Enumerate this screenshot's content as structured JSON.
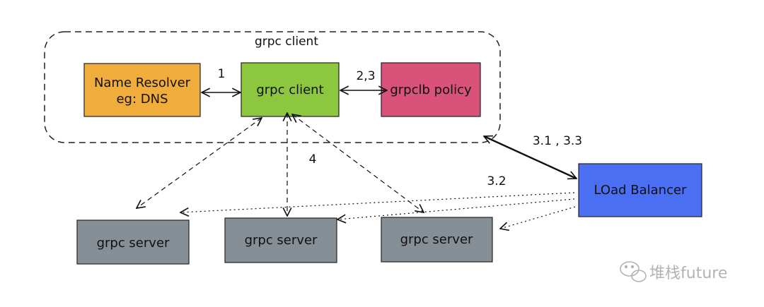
{
  "group": {
    "label": "grpc client"
  },
  "nodes": {
    "resolver": {
      "line1": "Name Resolver",
      "line2": "eg: DNS",
      "color": "#f0ad3c"
    },
    "client": {
      "label": "grpc client",
      "color": "#8dc63f"
    },
    "policy": {
      "label": "grpclb policy",
      "color": "#d9527a"
    },
    "lb": {
      "label": "LOad Balancer",
      "color": "#4b6ff2"
    },
    "server1": {
      "label": "grpc server",
      "color": "#868e96"
    },
    "server2": {
      "label": "grpc server",
      "color": "#868e96"
    },
    "server3": {
      "label": "grpc server",
      "color": "#868e96"
    }
  },
  "edge_labels": {
    "resolver_client": "1",
    "client_policy": "2,3",
    "lb_policy": "3.1 , 3.3",
    "lb_servers": "3.2",
    "client_servers": "4"
  },
  "watermark": {
    "icon": "wechat-icon",
    "text": "堆栈future"
  }
}
